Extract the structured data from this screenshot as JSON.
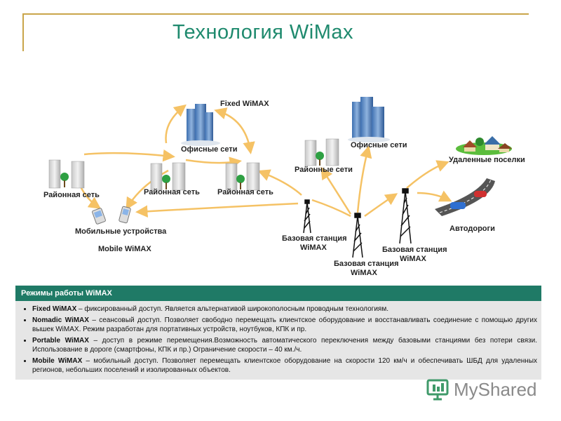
{
  "title": "Технология WiMax",
  "diagram": {
    "labels": {
      "fixed": "Fixed WiMAX",
      "office1": "Офисные сети",
      "office2": "Офисные сети",
      "district_left": "Районная сеть",
      "district_mid": "Районная сеть",
      "district_right": "Районная сеть",
      "district_nets": "Районные сети",
      "remote": "Удаленные поселки",
      "roads": "Автодороги",
      "mobile_devices": "Мобильные устройства",
      "mobile": "Mobile WiMAX",
      "bs1_l1": "Базовая станция",
      "bs1_l2": "WiMAX",
      "bs2_l1": "Базовая станция",
      "bs2_l2": "WiMAX",
      "bs3_l1": "Базовая станция",
      "bs3_l2": "WiMAX"
    }
  },
  "panel": {
    "header": "Режимы работы WiMAX",
    "items": [
      {
        "term": "Fixed WiMAX",
        "text": " – фиксированный доступ. Является альтернативой широкополосным проводным технологиям."
      },
      {
        "term": "Nomadic WiMAX",
        "text": " – сеансовый доступ. Позволяет свободно перемещать клиентское оборудование и восстанавливать соединение с помощью других вышек WiMAX. Режим разработан для портативных устройств, ноутбуков, КПК и пр."
      },
      {
        "term": "Portable WiMAX",
        "text": " – доступ в режиме перемещения.Возможность автоматического переключения между базовыми станциями без потери связи. Использование в дороге (смартфоны, КПК и пр.) Ограничение скорости – 40 км./ч."
      },
      {
        "term": "Mobile WiMAX",
        "text": " – мобильный доступ. Позволяет перемещать клиентское оборудование на скорости 120 км/ч и обеспечивать ШБД для удаленных регионов, небольших поселений и изолированных объектов."
      }
    ]
  },
  "logo": {
    "part1": "My",
    "part2": "Shared"
  },
  "colors": {
    "title": "#1f8a6e",
    "header_bg": "#1f7a66",
    "arrow": "#f5c265",
    "panel_bg": "#e6e6e6",
    "frame": "#c9a54a"
  }
}
